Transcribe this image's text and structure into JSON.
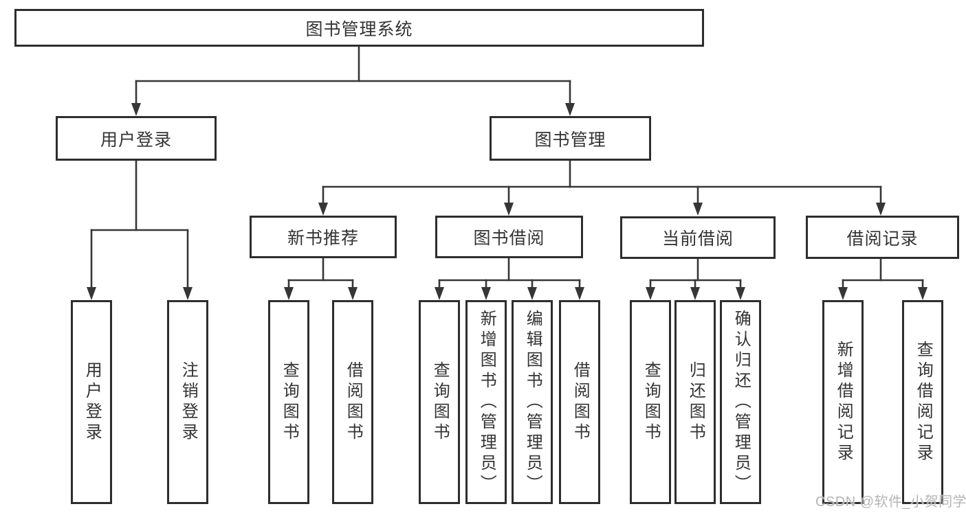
{
  "tree": {
    "label": "图书管理系统",
    "children": [
      {
        "label": "用户登录",
        "children": [
          {
            "label": "用户登录"
          },
          {
            "label": "注销登录"
          }
        ]
      },
      {
        "label": "图书管理",
        "children": [
          {
            "label": "新书推荐",
            "children": [
              {
                "label": "查询图书"
              },
              {
                "label": "借阅图书"
              }
            ]
          },
          {
            "label": "图书借阅",
            "children": [
              {
                "label": "查询图书"
              },
              {
                "label": "新增图书（管理员）"
              },
              {
                "label": "编辑图书（管理员）"
              },
              {
                "label": "借阅图书"
              }
            ]
          },
          {
            "label": "当前借阅",
            "children": [
              {
                "label": "查询图书"
              },
              {
                "label": "归还图书"
              },
              {
                "label": "确认归还（管理员）"
              }
            ]
          },
          {
            "label": "借阅记录",
            "children": [
              {
                "label": "新增借阅记录"
              },
              {
                "label": "查询借阅记录"
              }
            ]
          }
        ]
      }
    ]
  },
  "watermark": {
    "text": "CSDN @软件_小贺同学"
  },
  "colors": {
    "background": "#ffffff",
    "line": "#363636",
    "box_border": "#2d2d2d",
    "text": "#333333",
    "watermark": "#b5b5b5"
  }
}
